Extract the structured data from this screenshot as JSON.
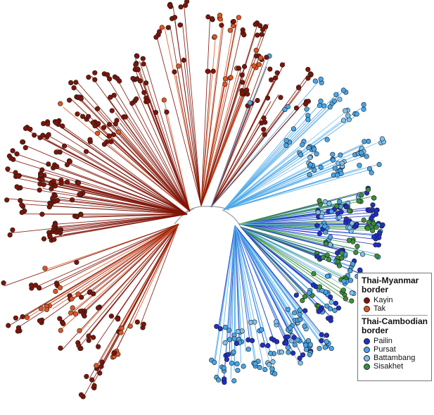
{
  "colors": {
    "kayin": "#7f1408",
    "tak": "#e2541f",
    "pailin": "#1f2fc9",
    "pursat": "#4aa6e8",
    "battambang": "#7cc2ef",
    "sisakhet": "#3c8e3c",
    "backbone": "#9a9a9a"
  },
  "legend": {
    "group1": {
      "title": "Thai-Myanmar border",
      "items": [
        {
          "label": "Kayin",
          "key": "kayin"
        },
        {
          "label": "Tak",
          "key": "tak"
        }
      ]
    },
    "group2": {
      "title": "Thai-Cambodian border",
      "items": [
        {
          "label": "Pailin",
          "key": "pailin"
        },
        {
          "label": "Pursat",
          "key": "pursat"
        },
        {
          "label": "Battambang",
          "key": "battambang"
        },
        {
          "label": "Sisakhet",
          "key": "sisakhet"
        }
      ]
    }
  }
}
